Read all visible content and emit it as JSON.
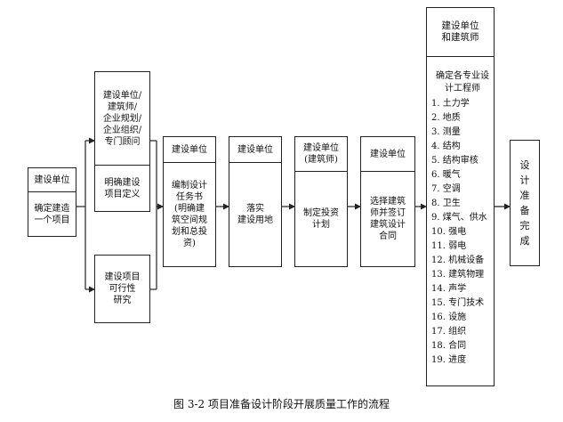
{
  "boxes": {
    "b1": {
      "header": "建设单位",
      "body": "确定建造\n一个项目"
    },
    "b2": {
      "top": "建设单位/\n建筑师/\n企业规划/\n企业组织/\n专门顾问",
      "bottom": "明确建设\n项目定义"
    },
    "b3": {
      "body": "建设项目\n可行性\n研究"
    },
    "b4": {
      "header": "建设单位",
      "body": "编制设计\n任务书\n(明确建\n筑空间规\n划和总投\n资)"
    },
    "b5": {
      "header": "建设单位",
      "body": "落实\n建设用地"
    },
    "b6": {
      "header": "建设单位\n(建筑师)",
      "body": "制定投资\n计划"
    },
    "b7": {
      "header": "建设单位",
      "body": "选择建筑\n师并签订\n建筑设计\n合同"
    },
    "b8": {
      "header": "建设单位\n和建筑师",
      "list_title": "确定各专业设\n计工程师",
      "items": [
        "1. 土力学",
        "2. 地质",
        "3. 测量",
        "4. 结构",
        "5. 结构审核",
        "6. 暖气",
        "7. 空调",
        "8. 卫生",
        "9. 煤气、供水",
        "10. 强电",
        "11. 弱电",
        "12. 机械设备",
        "13. 建筑物理",
        "14. 声学",
        "15. 专门技术",
        "16. 设施",
        "17. 组织",
        "18. 合同",
        "19. 进度"
      ]
    },
    "b9": {
      "body": "设\n计\n准\n备\n完\n成"
    }
  },
  "caption": "图 3-2 项目准备设计阶段开展质量工作的流程"
}
